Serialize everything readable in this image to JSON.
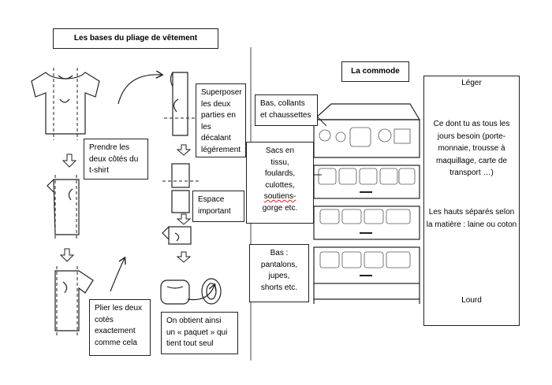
{
  "left_title": "Les bases du pliage de vêtement",
  "right_title": "La commode",
  "steps": {
    "s1": [
      "Prendre les",
      "deux côtés du",
      "t-shirt"
    ],
    "s2": [
      "Plier les deux",
      "cotés",
      "exactement",
      "comme cela"
    ],
    "s3": [
      "Superposer",
      "les deux",
      "parties en",
      "les décalant",
      "légèrement"
    ],
    "s4": [
      "Espace",
      "important"
    ],
    "s5": [
      "On obtient ainsi",
      "un « paquet » qui",
      "tient tout seul"
    ]
  },
  "drawers": {
    "d1": [
      "Bas, collants",
      "et chaussettes"
    ],
    "d2": [
      "Sacs en",
      "tissu,",
      "foulards,",
      "culottes,",
      "soutiens-",
      "gorge etc."
    ],
    "d3": [
      "Bas :",
      "pantalons,",
      "jupes,",
      "shorts etc."
    ]
  },
  "scale": {
    "top": "Léger",
    "mid1": "Ce dont tu as tous les jours besoin (porte-monnaie, trousse à maquillage, carte de transport …)",
    "mid2": "Les hauts séparés selon la matière : laine ou coton",
    "bottom": "Lourd",
    "arrow_color": "#4a6fae"
  }
}
